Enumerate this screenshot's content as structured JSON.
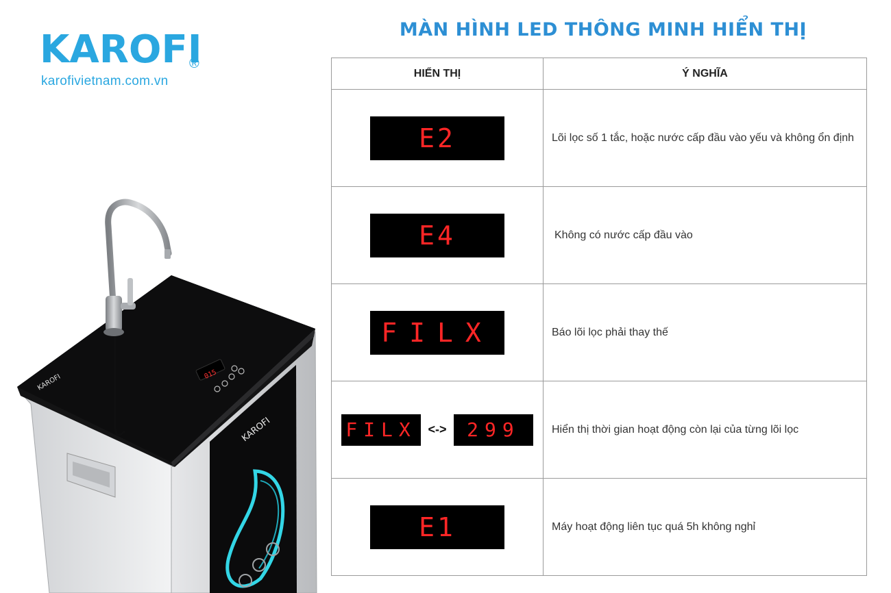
{
  "logo": {
    "brand": "KAROFI",
    "registered": "®",
    "website": "karofivietnam.com.vn"
  },
  "product_image": {
    "brand_text": "KAROFI",
    "panel_readout": "015"
  },
  "heading": "MÀN HÌNH LED THÔNG MINH HIỂN THỊ",
  "table": {
    "headers": [
      "HIỂN THỊ",
      "Ý NGHĨA"
    ],
    "rows": [
      {
        "display": "E2",
        "meaning": "Lõi lọc số 1 tắc, hoặc nước cấp đầu vào yếu và không ổn định"
      },
      {
        "display": "E4",
        "meaning": "Không có nước cấp đầu vào"
      },
      {
        "display": "FILX",
        "meaning": "Báo lõi lọc phải thay thế"
      },
      {
        "display": "FILX",
        "arrow": "<->",
        "display_alt": "299",
        "meaning": "Hiển thị thời gian hoạt động còn lại của từng lõi lọc"
      },
      {
        "display": "E1",
        "meaning": "Máy hoạt động liên tục quá 5h không nghỉ"
      }
    ]
  },
  "colors": {
    "brand_blue": "#2aa7e0",
    "heading_blue": "#2d8fd4",
    "led_red": "#ff2626",
    "glow_cyan": "#33d6e6"
  }
}
